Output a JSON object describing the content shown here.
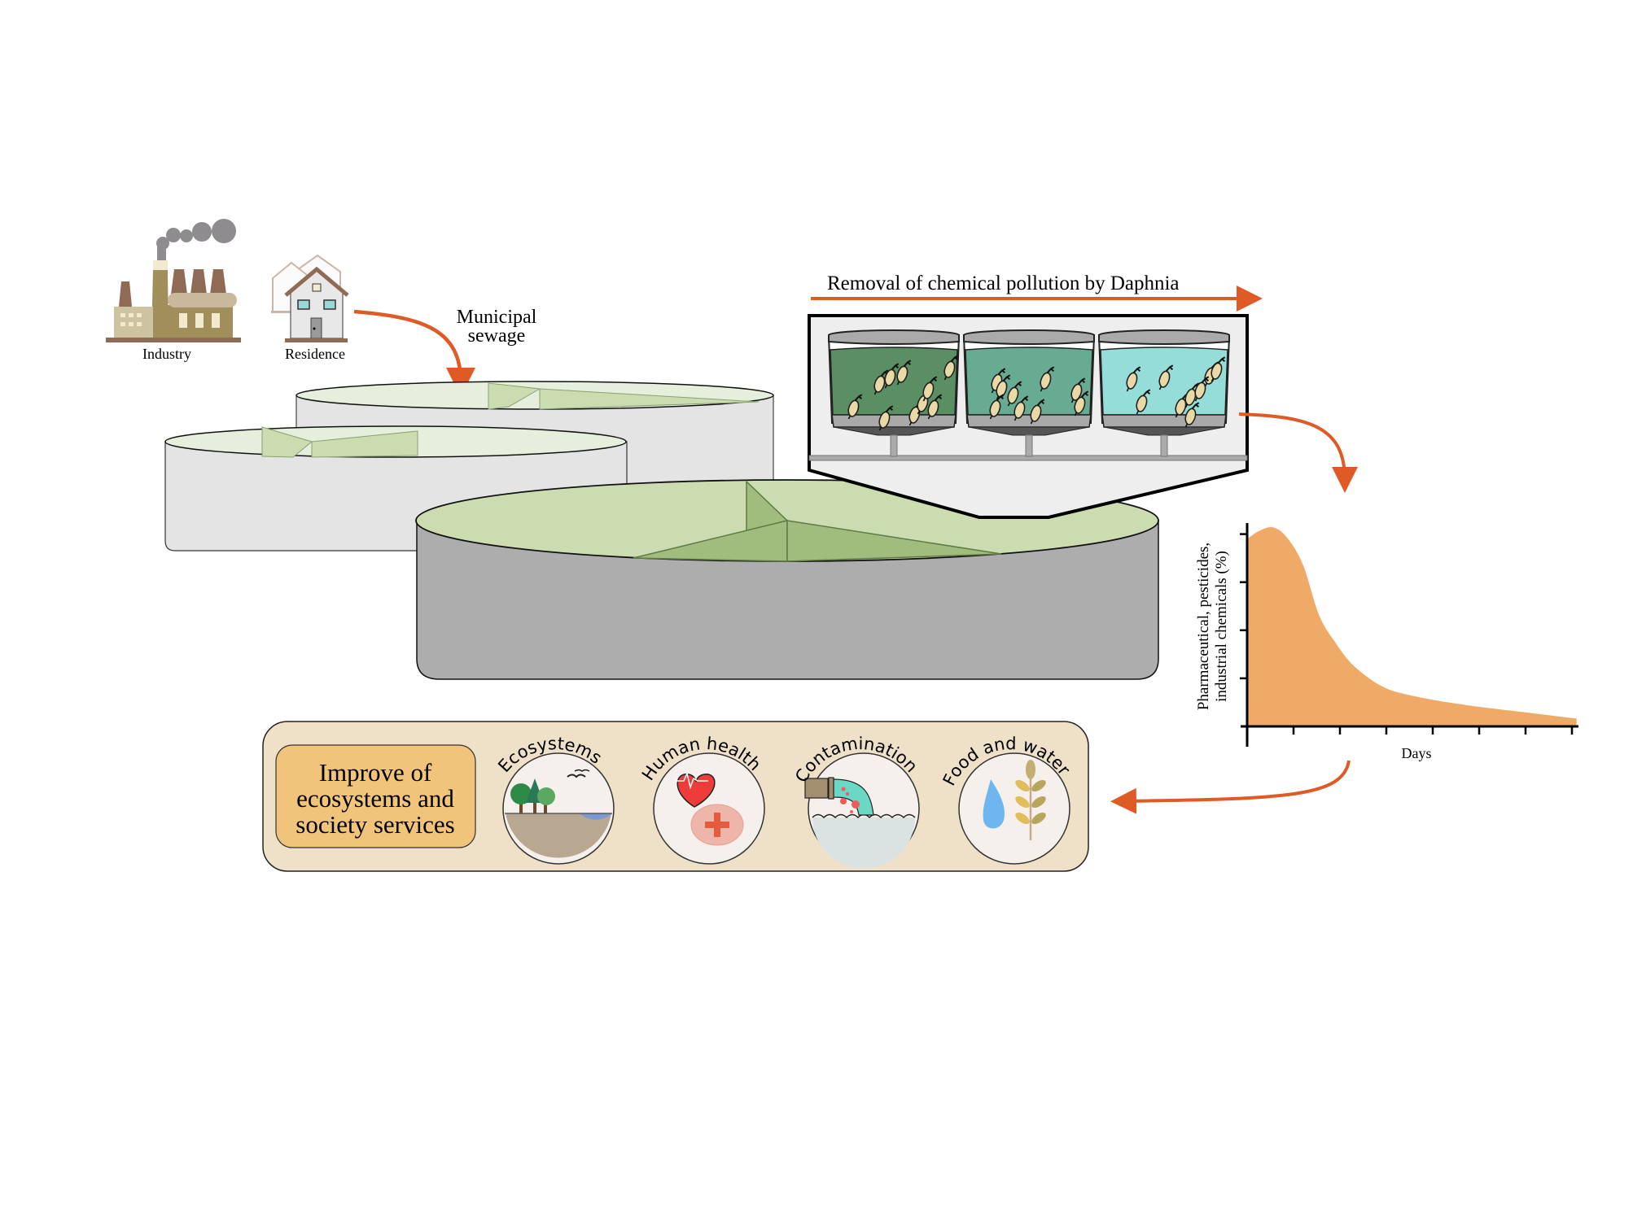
{
  "sources": {
    "industry_label": "Industry",
    "residence_label": "Residence",
    "sewage_label_line1": "Municipal",
    "sewage_label_line2": "sewage"
  },
  "daphnia_panel": {
    "title": "Removal of chemical pollution by Daphnia",
    "tanks": [
      {
        "name": "tank-1",
        "water_color": "#5a8f63"
      },
      {
        "name": "tank-2",
        "water_color": "#67ab92"
      },
      {
        "name": "tank-3",
        "water_color": "#94ddd8"
      }
    ]
  },
  "outcomes": {
    "main_label_line1": "Improve of",
    "main_label_line2": "ecosystems and",
    "main_label_line3": "society services",
    "items": [
      {
        "label": "Ecosystems",
        "icon": "ecosystem-icon"
      },
      {
        "label": "Human health",
        "icon": "health-icon"
      },
      {
        "label": "Contamination",
        "icon": "contamination-icon"
      },
      {
        "label": "Food and water",
        "icon": "food-water-icon"
      }
    ]
  },
  "colors": {
    "arrow": "#e05a25",
    "curve_fill": "#efaa68",
    "panel_bg": "#efe0c8",
    "main_label_bg": "#f0c47b",
    "tank_top_light": "#e6efdb",
    "tank_top_front": "#ccdcb1",
    "tank_partition": "#a1bd7d"
  },
  "chart_data": {
    "type": "area",
    "title": "",
    "xlabel": "Days",
    "ylabel_line1": "Pharmaceutical, pesticides,",
    "ylabel_line2": "industrial chemicals (%)",
    "x_ticks": [
      0,
      1,
      2,
      3,
      4,
      5,
      6,
      7
    ],
    "y_ticks": [
      0,
      25,
      50,
      75,
      100
    ],
    "tick_labels_shown": false,
    "xlim": [
      0,
      7.15
    ],
    "ylim": [
      0,
      110
    ],
    "grid": false,
    "legend": "none",
    "x": [
      0,
      0.25,
      0.55,
      0.85,
      1.2,
      1.55,
      1.9,
      2.3,
      2.95,
      3.7,
      4.7,
      5.7,
      7.1
    ],
    "values": [
      96,
      100,
      102,
      97,
      83,
      57,
      43,
      31,
      20,
      15,
      11,
      8,
      4
    ]
  }
}
